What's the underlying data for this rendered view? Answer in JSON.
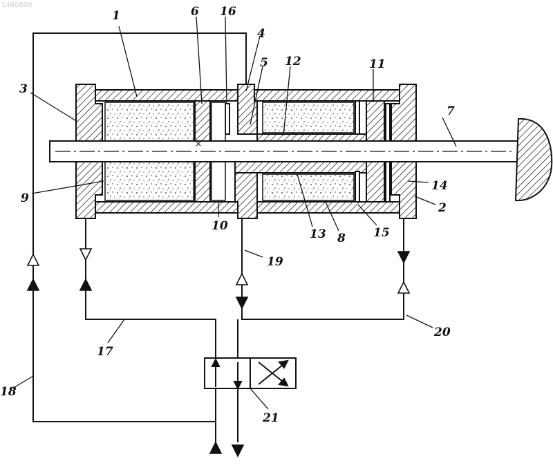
{
  "watermark": "1460600",
  "labels": [
    "1",
    "6",
    "16",
    "4",
    "5",
    "12",
    "11",
    "3",
    "7",
    "9",
    "14",
    "2",
    "10",
    "13",
    "8",
    "15",
    "19",
    "17",
    "20",
    "18",
    "21"
  ]
}
